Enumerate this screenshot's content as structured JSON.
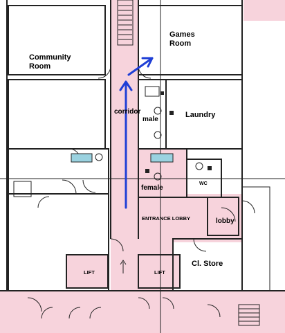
{
  "labels": {
    "community_room": [
      "Community",
      "Room"
    ],
    "games_room": [
      "Games",
      "Room"
    ],
    "laundry": "Laundry",
    "corridor": "corridor",
    "male": "male",
    "female": "female",
    "wc": "WC",
    "entrance_lobby": "ENTRANCE LOBBY",
    "lobby": "lobby",
    "lift_left": "LIFT",
    "lift_right": "LIFT",
    "cl_store": "Cl. Store"
  },
  "colors": {
    "pink_zone": "#f7d3dc",
    "walls": "#222222",
    "route_arrow": "#1f3fd6",
    "fixture_blue": "#9ad2e0"
  }
}
